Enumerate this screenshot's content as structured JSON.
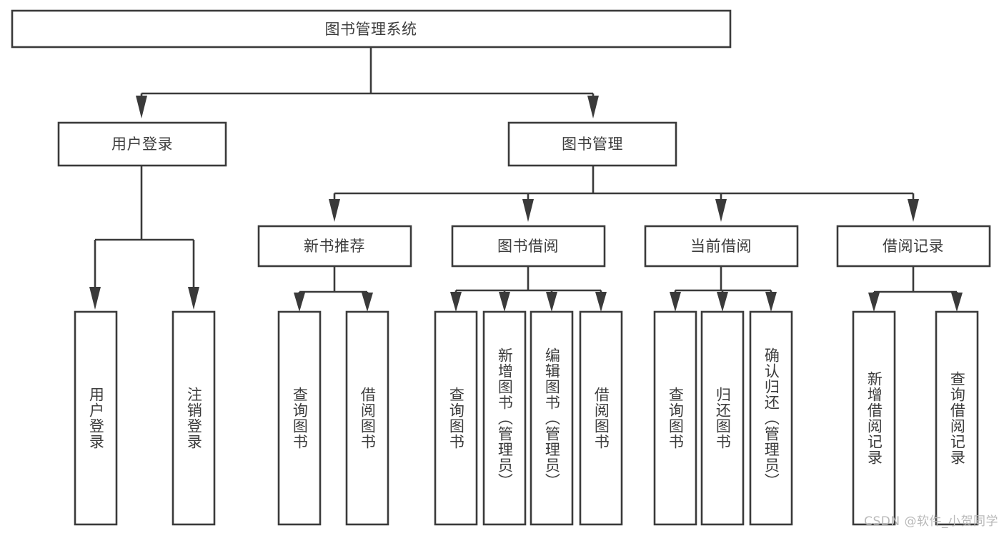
{
  "diagram": {
    "type": "tree-hierarchy",
    "title": "图书管理系统",
    "background_color": "#ffffff",
    "line_color": "#3a3a3a",
    "text_color": "#3c3c3c",
    "root": {
      "id": "root",
      "label": "图书管理系统",
      "orientation": "horizontal"
    },
    "level2": [
      {
        "id": "user-login",
        "label": "用户登录",
        "orientation": "horizontal"
      },
      {
        "id": "book-manage",
        "label": "图书管理",
        "orientation": "horizontal"
      }
    ],
    "level3": [
      {
        "id": "new-book-recommend",
        "label": "新书推荐",
        "parent": "book-manage",
        "orientation": "horizontal"
      },
      {
        "id": "book-borrow",
        "label": "图书借阅",
        "parent": "book-manage",
        "orientation": "horizontal"
      },
      {
        "id": "current-borrow",
        "label": "当前借阅",
        "parent": "book-manage",
        "orientation": "horizontal"
      },
      {
        "id": "borrow-record",
        "label": "借阅记录",
        "parent": "book-manage",
        "orientation": "horizontal"
      }
    ],
    "leaves": [
      {
        "id": "leaf-user-login",
        "label": "用户登录",
        "parent": "user-login",
        "orientation": "vertical"
      },
      {
        "id": "leaf-user-logout",
        "label": "注销登录",
        "parent": "user-login",
        "orientation": "vertical"
      },
      {
        "id": "leaf-query-book-1",
        "label": "查询图书",
        "parent": "new-book-recommend",
        "orientation": "vertical"
      },
      {
        "id": "leaf-borrow-book-1",
        "label": "借阅图书",
        "parent": "new-book-recommend",
        "orientation": "vertical"
      },
      {
        "id": "leaf-query-book-2",
        "label": "查询图书",
        "parent": "book-borrow",
        "orientation": "vertical"
      },
      {
        "id": "leaf-add-book",
        "label": "新增图书（管理员）",
        "parent": "book-borrow",
        "orientation": "vertical"
      },
      {
        "id": "leaf-edit-book",
        "label": "编辑图书（管理员）",
        "parent": "book-borrow",
        "orientation": "vertical"
      },
      {
        "id": "leaf-borrow-book-2",
        "label": "借阅图书",
        "parent": "book-borrow",
        "orientation": "vertical"
      },
      {
        "id": "leaf-query-book-3",
        "label": "查询图书",
        "parent": "current-borrow",
        "orientation": "vertical"
      },
      {
        "id": "leaf-return-book",
        "label": "归还图书",
        "parent": "current-borrow",
        "orientation": "vertical"
      },
      {
        "id": "leaf-confirm-return",
        "label": "确认归还（管理员）",
        "parent": "current-borrow",
        "orientation": "vertical"
      },
      {
        "id": "leaf-add-record",
        "label": "新增借阅记录",
        "parent": "borrow-record",
        "orientation": "vertical"
      },
      {
        "id": "leaf-query-record",
        "label": "查询借阅记录",
        "parent": "borrow-record",
        "orientation": "vertical"
      }
    ]
  },
  "watermark": {
    "text": "CSDN @软件_小贺同学"
  }
}
